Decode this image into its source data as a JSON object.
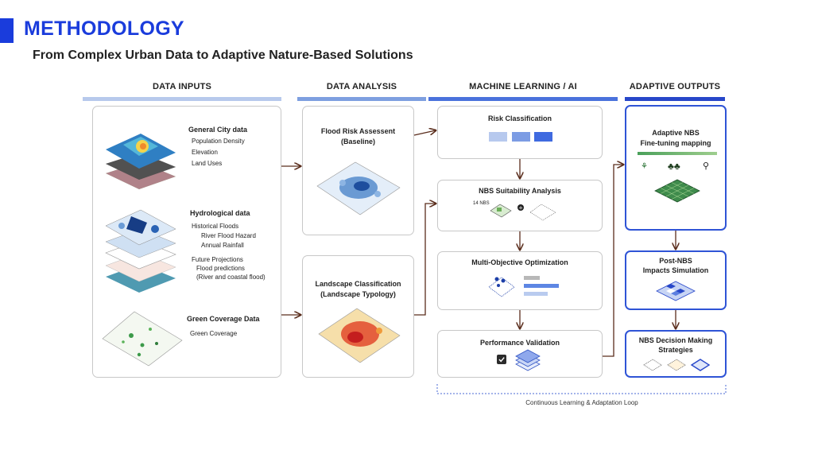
{
  "header": {
    "title": "METHODOLOGY",
    "subtitle": "From Complex Urban Data to Adaptive Nature-Based Solutions"
  },
  "columns": {
    "inputs": "DATA INPUTS",
    "analysis": "DATA ANALYSIS",
    "ml": "MACHINE LEARNING / AI",
    "outputs": "ADAPTIVE OUTPUTS"
  },
  "colors": {
    "brand": "#1a3cdc",
    "bar_inputs": "#b7c9ec",
    "bar_analysis": "#7e9fe0",
    "bar_ml": "#4a72dc",
    "bar_outputs": "#2747c9",
    "connector": "#5a2d1c"
  },
  "inputs": {
    "general": {
      "title": "General City data",
      "items": [
        "Population Density",
        "Elevation",
        "Land Uses"
      ]
    },
    "hydro": {
      "title": "Hydrological data",
      "historical": "Historical Floods",
      "historical_items": [
        "River Flood Hazard",
        "Annual Rainfall"
      ],
      "future": "Future Projections",
      "future_items": [
        "Flood predictions",
        "(River and coastal flood)"
      ]
    },
    "green": {
      "title": "Green Coverage Data",
      "items": [
        "Green Coverage"
      ]
    }
  },
  "analysis": {
    "flood": [
      "Flood Risk Assessent",
      "(Baseline)"
    ],
    "landscape": [
      "Landscape Classification",
      "(Landscape Typology)"
    ]
  },
  "ml": {
    "risk": "Risk Classification",
    "suitability": "NBS Suitability Analysis",
    "nbs_count": "14 NBS",
    "optimization": "Multi-Objective Optimization",
    "validation": "Performance Validation"
  },
  "outputs": {
    "adaptive": [
      "Adaptive NBS",
      "Fine-tuning mapping"
    ],
    "post": [
      "Post-NBS",
      "Impacts Simulation"
    ],
    "decision": [
      "NBS Decision Making",
      "Strategies"
    ]
  },
  "footer": {
    "loop_label": "Continuous Learning & Adaptation Loop"
  }
}
